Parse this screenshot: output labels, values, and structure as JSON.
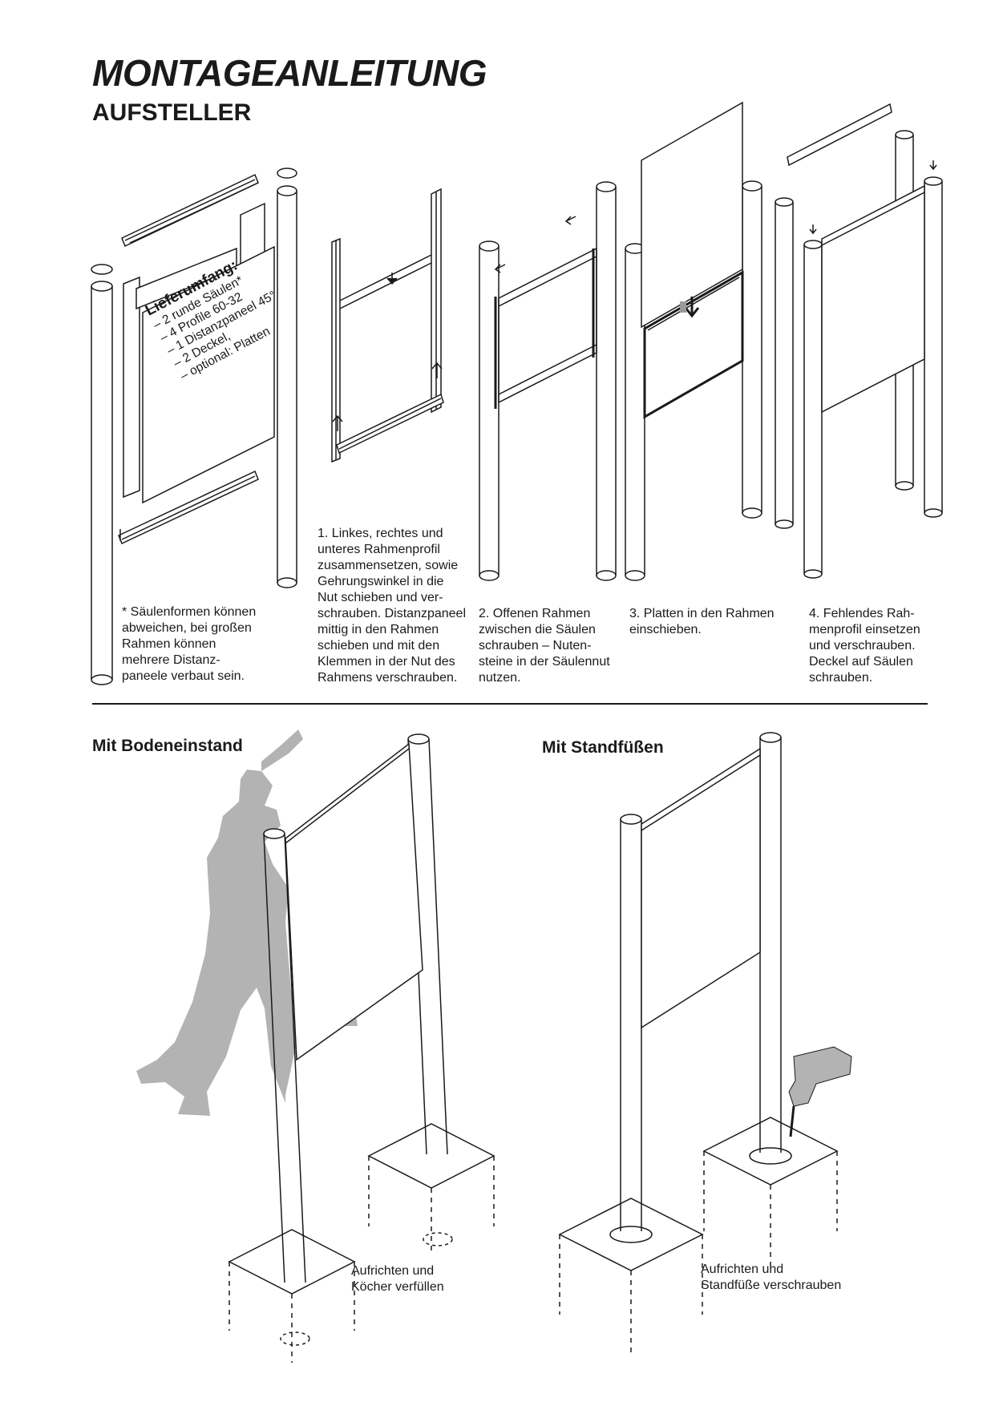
{
  "header": {
    "title": "MONTAGEANLEITUNG",
    "subtitle": "AUFSTELLER"
  },
  "scope": {
    "heading": "Lieferumfang:",
    "items": [
      "– 2 runde Säulen*",
      "– 4 Profile 60-32",
      "– 1 Distanzpaneel 45°",
      "– 2 Deckel,",
      "– optional: Platten"
    ]
  },
  "footnote": "* Säulenformen können\n   abweichen, bei großen\n   Rahmen können\n   mehrere Distanz-\n   paneele verbaut sein.",
  "steps": [
    "1. Linkes, rechtes und\nunteres Rahmenprofil\nzusammensetzen, sowie\nGehrungswinkel in die\nNut schieben und ver-\nschrauben. Distanzpaneel\nmittig in den Rahmen\nschieben und mit den\nKlemmen in der Nut des\nRahmens verschrauben.",
    "2. Offenen Rahmen\nzwischen die Säulen\nschrauben – Nuten-\nsteine in der Säulennut\nnutzen.",
    "3. Platten in den Rahmen\neinschieben.",
    "4. Fehlendes Rah-\nmenprofil einsetzen\nund verschrauben.\nDeckel auf Säulen\nschrauben."
  ],
  "sections": {
    "ground": {
      "title": "Mit Bodeneinstand",
      "caption": "Aufrichten und\nKöcher verfüllen"
    },
    "feet": {
      "title": "Mit Standfüßen",
      "caption": "Aufrichten und\nStandfüße verschrauben"
    }
  },
  "colors": {
    "line": "#1a1a1a",
    "figure_grey": "#b3b3b3",
    "arrow_grey": "#9a9a9a"
  }
}
